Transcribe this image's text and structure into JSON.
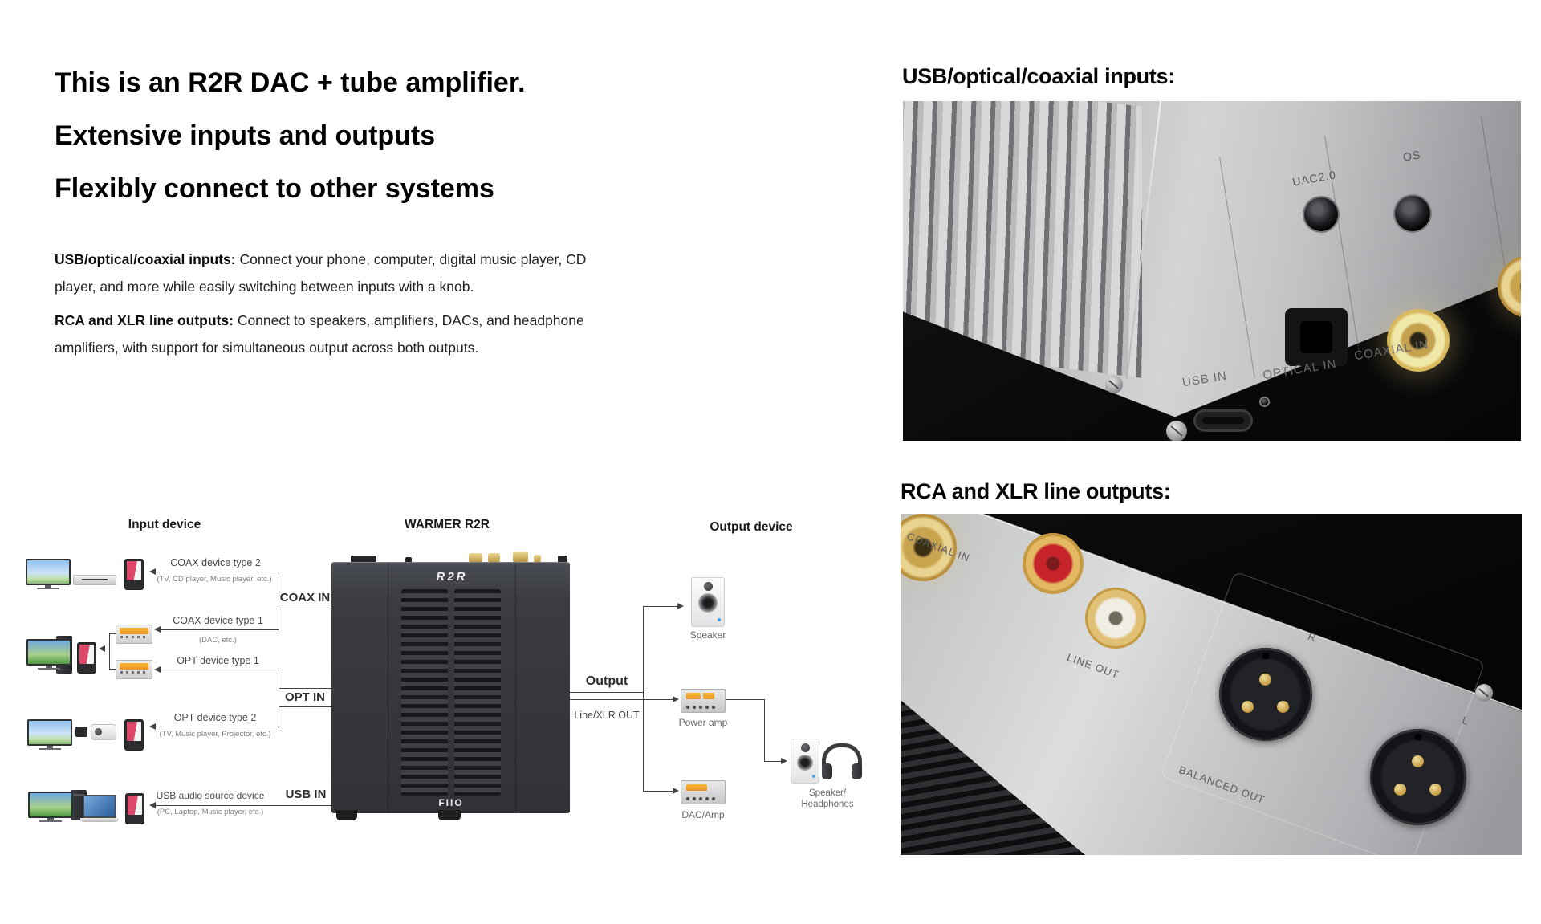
{
  "intro": {
    "heading_lines": [
      "This is an R2R DAC + tube amplifier.",
      "Extensive inputs and outputs",
      "Flexibly connect to other systems"
    ],
    "paragraphs": [
      {
        "lead": "USB/optical/coaxial inputs:",
        "line1_rest": " Connect your phone, computer, digital music player, CD",
        "line2": "player, and more while easily switching between inputs with a knob."
      },
      {
        "lead": "RCA and XLR line outputs:",
        "line1_rest": " Connect to speakers, amplifiers, DACs, and headphone",
        "line2": "amplifiers, with support for simultaneous output across both outputs."
      }
    ]
  },
  "sections": {
    "inputs_title": "USB/optical/coaxial inputs:",
    "outputs_title": "RCA and XLR line outputs:"
  },
  "photo_inputs": {
    "labels": {
      "uac": "UAC2.0",
      "os": "OS",
      "usb_in": "USB IN",
      "optical_in": "OPTICAL IN",
      "coaxial_in": "COAXIAL IN"
    }
  },
  "photo_outputs": {
    "labels": {
      "coaxial_in": "COAXIAL IN",
      "line_out": "LINE OUT",
      "right": "R",
      "left": "L",
      "balanced_out": "BALANCED OUT"
    }
  },
  "diagram": {
    "input_header": "Input device",
    "device_header": "WARMER R2R",
    "output_header": "Output device",
    "rows": [
      {
        "label": "COAX device type 2",
        "sub": "(TV, CD player, Music player, etc.)"
      },
      {
        "label": "COAX device type 1",
        "sub": "(DAC, etc.)"
      },
      {
        "label": "OPT device type 1",
        "sub": ""
      },
      {
        "label": "OPT device type 2",
        "sub": "(TV, Music player, Projector, etc.)"
      },
      {
        "label": "USB audio source device",
        "sub": "(PC, Laptop, Music player, etc.)"
      }
    ],
    "ports": {
      "coax": "COAX IN",
      "opt": "OPT IN",
      "usb": "USB IN"
    },
    "device": {
      "logo_top": "R2R",
      "logo_bottom": "FIIO"
    },
    "output": {
      "label": "Output",
      "sub": "Line/XLR OUT"
    },
    "outputs": {
      "speaker": "Speaker",
      "power_amp": "Power amp",
      "sp_hp_1": "Speaker/",
      "sp_hp_2": "Headphones",
      "dac_amp": "DAC/Amp"
    }
  },
  "colors": {
    "accent_gold": "#c9a84c",
    "panel_silver": "#c9cbcc",
    "amp_body": "#393c41",
    "diagram_line": "#424242"
  }
}
